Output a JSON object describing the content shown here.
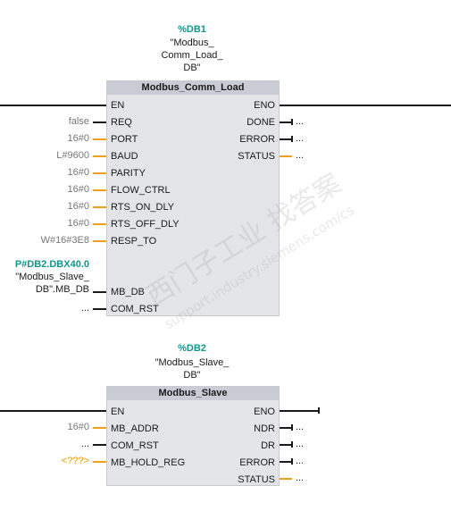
{
  "block1": {
    "db_tag": "%DB1",
    "db_name_lines": [
      "\"Modbus_",
      "Comm_Load_",
      "DB\""
    ],
    "title": "Modbus_Comm_Load",
    "inputs": [
      {
        "pin": "EN",
        "value": ""
      },
      {
        "pin": "REQ",
        "value": "false"
      },
      {
        "pin": "PORT",
        "value": "16#0"
      },
      {
        "pin": "BAUD",
        "value": "L#9600"
      },
      {
        "pin": "PARITY",
        "value": "16#0"
      },
      {
        "pin": "FLOW_CTRL",
        "value": "16#0"
      },
      {
        "pin": "RTS_ON_DLY",
        "value": "16#0"
      },
      {
        "pin": "RTS_OFF_DLY",
        "value": "16#0"
      },
      {
        "pin": "RESP_TO",
        "value": "W#16#3E8"
      },
      {
        "pin": "MB_DB",
        "value_tag": "P#DB2.DBX40.0",
        "value_lines": [
          "\"Modbus_Slave_",
          "DB\".MB_DB"
        ]
      },
      {
        "pin": "COM_RST",
        "value": "..."
      }
    ],
    "outputs": [
      {
        "pin": "ENO",
        "value": ""
      },
      {
        "pin": "DONE",
        "value": "..."
      },
      {
        "pin": "ERROR",
        "value": "..."
      },
      {
        "pin": "STATUS",
        "value": "..."
      }
    ]
  },
  "block2": {
    "db_tag": "%DB2",
    "db_name_lines": [
      "\"Modbus_Slave_",
      "DB\""
    ],
    "title": "Modbus_Slave",
    "inputs": [
      {
        "pin": "EN",
        "value": ""
      },
      {
        "pin": "MB_ADDR",
        "value": "16#0"
      },
      {
        "pin": "COM_RST",
        "value": "..."
      },
      {
        "pin": "MB_HOLD_REG",
        "value": "<???>"
      }
    ],
    "outputs": [
      {
        "pin": "ENO",
        "value": ""
      },
      {
        "pin": "NDR",
        "value": "..."
      },
      {
        "pin": "DR",
        "value": "..."
      },
      {
        "pin": "ERROR",
        "value": "..."
      },
      {
        "pin": "STATUS",
        "value": "..."
      }
    ]
  },
  "colors": {
    "tag": "#12968e",
    "bool_wire": "#1a1a1a",
    "data_wire": "#f0a020",
    "block_bg": "#e4e5e9",
    "block_title_bg": "#c9ccd4",
    "missing_param": "#e89a00"
  },
  "watermark": {
    "chinese": "西门子工业 找答案",
    "url": "support.industry.siemens.com/cs"
  }
}
